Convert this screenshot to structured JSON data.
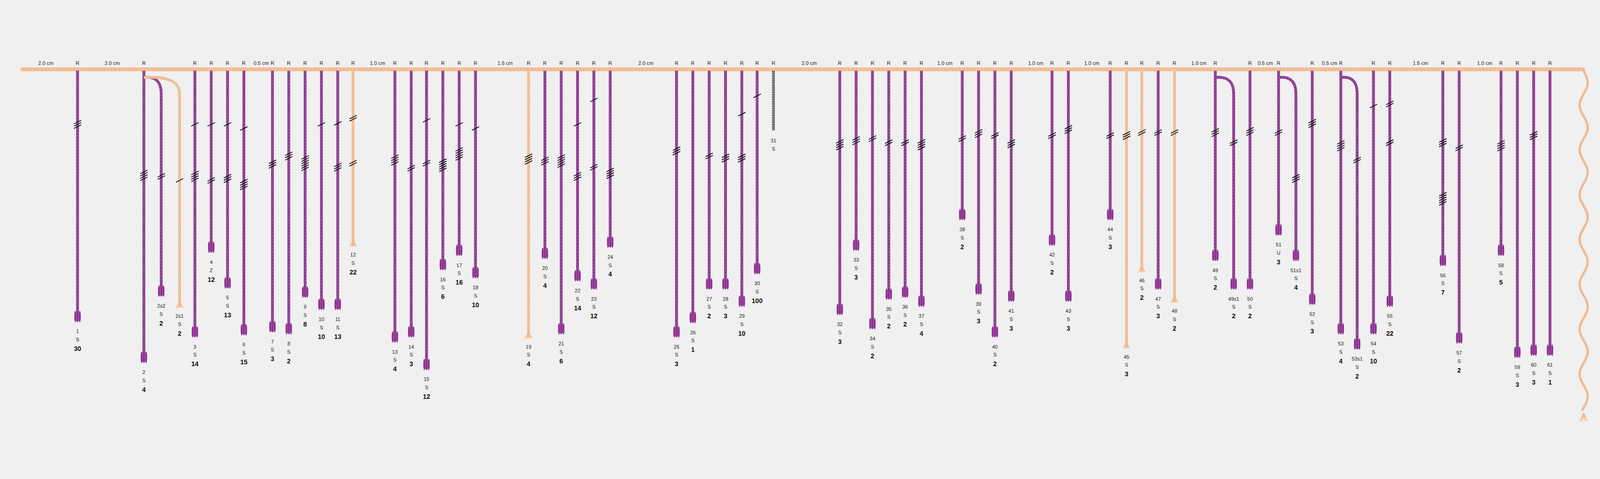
{
  "diagram": {
    "labels": [
      "2.0 cm",
      "2.0 cm",
      "0.5 cm",
      "1.0 cm",
      "1.5 cm",
      "2.0 cm",
      "2.0 cm",
      "1.0 cm",
      "1.0 cm",
      "1.0 cm",
      "1.0 cm",
      "0.5 cm",
      "0.5 cm",
      "1.5 cm",
      "1.0 cm",
      "R",
      "1",
      "S",
      "30",
      "R",
      "2",
      "S",
      "4",
      "2s2",
      "S",
      "2",
      "2s1",
      "S",
      "2",
      "R",
      "3",
      "S",
      "14",
      "R",
      "4",
      "Z",
      "12",
      "R",
      "5",
      "S",
      "13",
      "R",
      "6",
      "S",
      "15",
      "R",
      "7",
      "S",
      "3",
      "R",
      "8",
      "S",
      "2",
      "R",
      "9",
      "S",
      "8",
      "R",
      "10",
      "S",
      "10",
      "R",
      "11",
      "S",
      "13",
      "R",
      "12",
      "S",
      "22",
      "R",
      "13",
      "S",
      "4",
      "R",
      "14",
      "S",
      "3",
      "R",
      "15",
      "S",
      "12",
      "R",
      "16",
      "S",
      "6",
      "R",
      "17",
      "S",
      "16",
      "R",
      "18",
      "S",
      "10",
      "R",
      "19",
      "S",
      "4",
      "R",
      "20",
      "S",
      "4",
      "R",
      "21",
      "S",
      "6",
      "R",
      "22",
      "S",
      "14",
      "R",
      "23",
      "S",
      "12",
      "R",
      "24",
      "S",
      "4",
      "R",
      "25",
      "S",
      "3",
      "R",
      "26",
      "S",
      "1",
      "R",
      "27",
      "S",
      "2",
      "R",
      "28",
      "S",
      "3",
      "R",
      "29",
      "S",
      "10",
      "R",
      "30",
      "S",
      "100",
      "R",
      "31",
      "S",
      "R",
      "32",
      "S",
      "3",
      "R",
      "33",
      "S",
      "3",
      "R",
      "34",
      "S",
      "2",
      "R",
      "35",
      "S",
      "2",
      "R",
      "36",
      "S",
      "2",
      "R",
      "37",
      "S",
      "4",
      "R",
      "38",
      "S",
      "2",
      "R",
      "39",
      "S",
      "3",
      "R",
      "40",
      "S",
      "2",
      "R",
      "41",
      "S",
      "3",
      "R",
      "42",
      "S",
      "2",
      "R",
      "43",
      "S",
      "3",
      "R",
      "44",
      "S",
      "3",
      "R",
      "45",
      "S",
      "3",
      "R",
      "46",
      "S",
      "2",
      "R",
      "47",
      "S",
      "3",
      "R",
      "48",
      "S",
      "2",
      "R",
      "49",
      "S",
      "2",
      "49s1",
      "S",
      "2",
      "R",
      "50",
      "S",
      "2",
      "R",
      "51",
      "U",
      "3",
      "51s1",
      "S",
      "4",
      "R",
      "52",
      "S",
      "3",
      "R",
      "53",
      "S",
      "4",
      "53s1",
      "S",
      "2",
      "R",
      "54",
      "S",
      "10",
      "R",
      "55",
      "S",
      "22",
      "R",
      "56",
      "S",
      "7",
      "R",
      "57",
      "S",
      "2",
      "R",
      "58",
      "S",
      "5",
      "R",
      "59",
      "S",
      "3",
      "R",
      "60",
      "S",
      "3",
      "R",
      "61",
      "S",
      "1"
    ]
  }
}
